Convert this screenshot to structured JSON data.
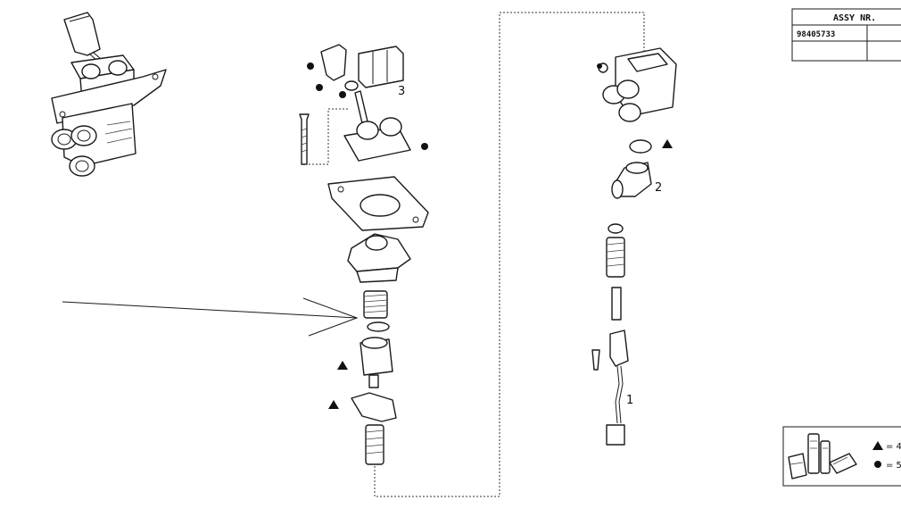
{
  "callouts": {
    "part_1": "1",
    "part_2": "2",
    "part_3": "3"
  },
  "assy_table": {
    "header": "ASSY NR.",
    "rows": [
      [
        "98405733",
        ""
      ],
      [
        "",
        ""
      ]
    ]
  },
  "legend": {
    "triangle_text": "= 4",
    "dot_text": "= 5"
  }
}
